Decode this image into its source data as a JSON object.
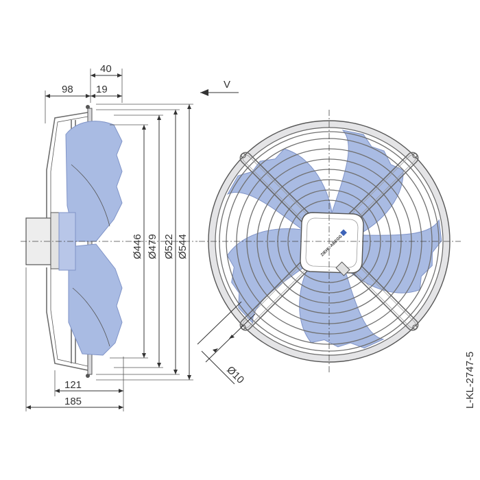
{
  "colors": {
    "blade": "#a9bbe3",
    "blade_edge": "#7f93c7",
    "metal": "#cfcfd2",
    "lines": "#333333"
  },
  "dimensions": {
    "d40": "40",
    "d98": "98",
    "d19": "19",
    "d121": "121",
    "d185": "185",
    "dia446": "Ø446",
    "dia479": "Ø479",
    "dia522": "Ø522",
    "dia544": "Ø544",
    "dia10": "Ø10"
  },
  "airflow_label": "V",
  "drawing_code": "L-KL-2747-5",
  "brand_label": "ZIEHL-ABEGG"
}
